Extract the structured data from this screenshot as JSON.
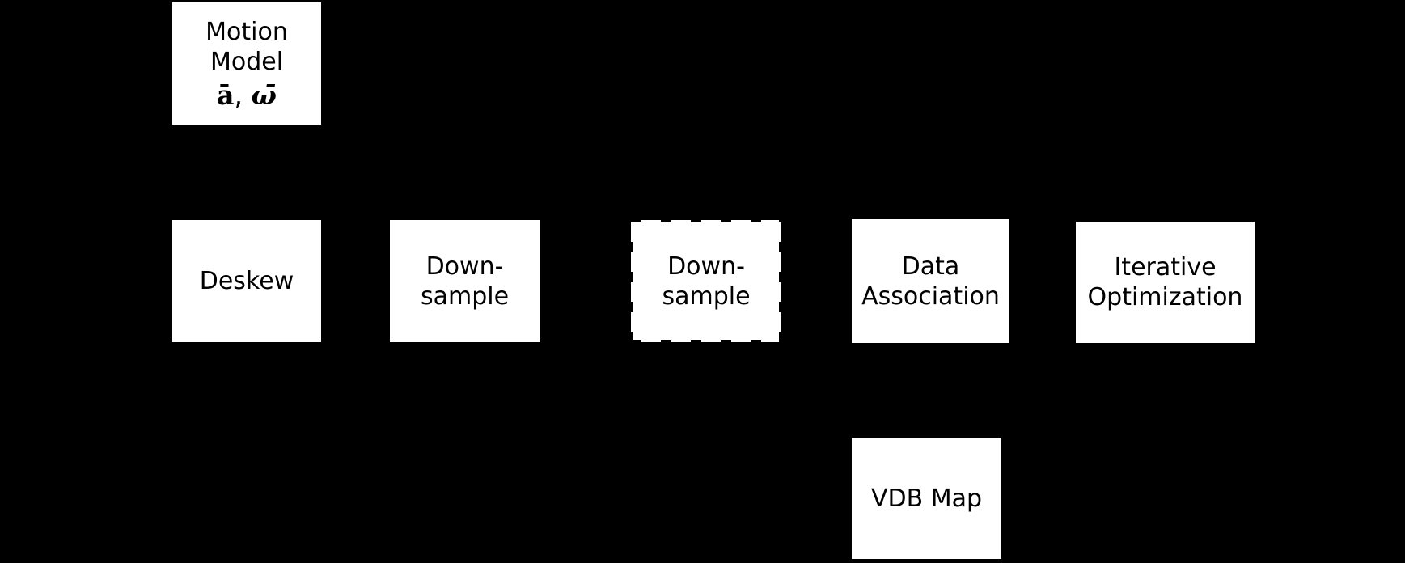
{
  "colors": {
    "background": "#000000",
    "node_fill": "#ffffff",
    "node_text": "#000000"
  },
  "nodes": {
    "motion_model": {
      "lines": [
        "Motion",
        "Model"
      ],
      "math": {
        "a": "ā",
        "separator": ", ",
        "omega": "ω̄"
      }
    },
    "deskew": {
      "lines": [
        "Deskew"
      ]
    },
    "downsample_1": {
      "lines": [
        "Down-",
        "sample"
      ]
    },
    "downsample_2": {
      "lines": [
        "Down-",
        "sample"
      ],
      "border_style": "dashed"
    },
    "data_association": {
      "lines": [
        "Data",
        "Association"
      ]
    },
    "iterative_optimization": {
      "lines": [
        "Iterative",
        "Optimization"
      ]
    },
    "vdb_map": {
      "lines": [
        "VDB Map"
      ]
    }
  }
}
